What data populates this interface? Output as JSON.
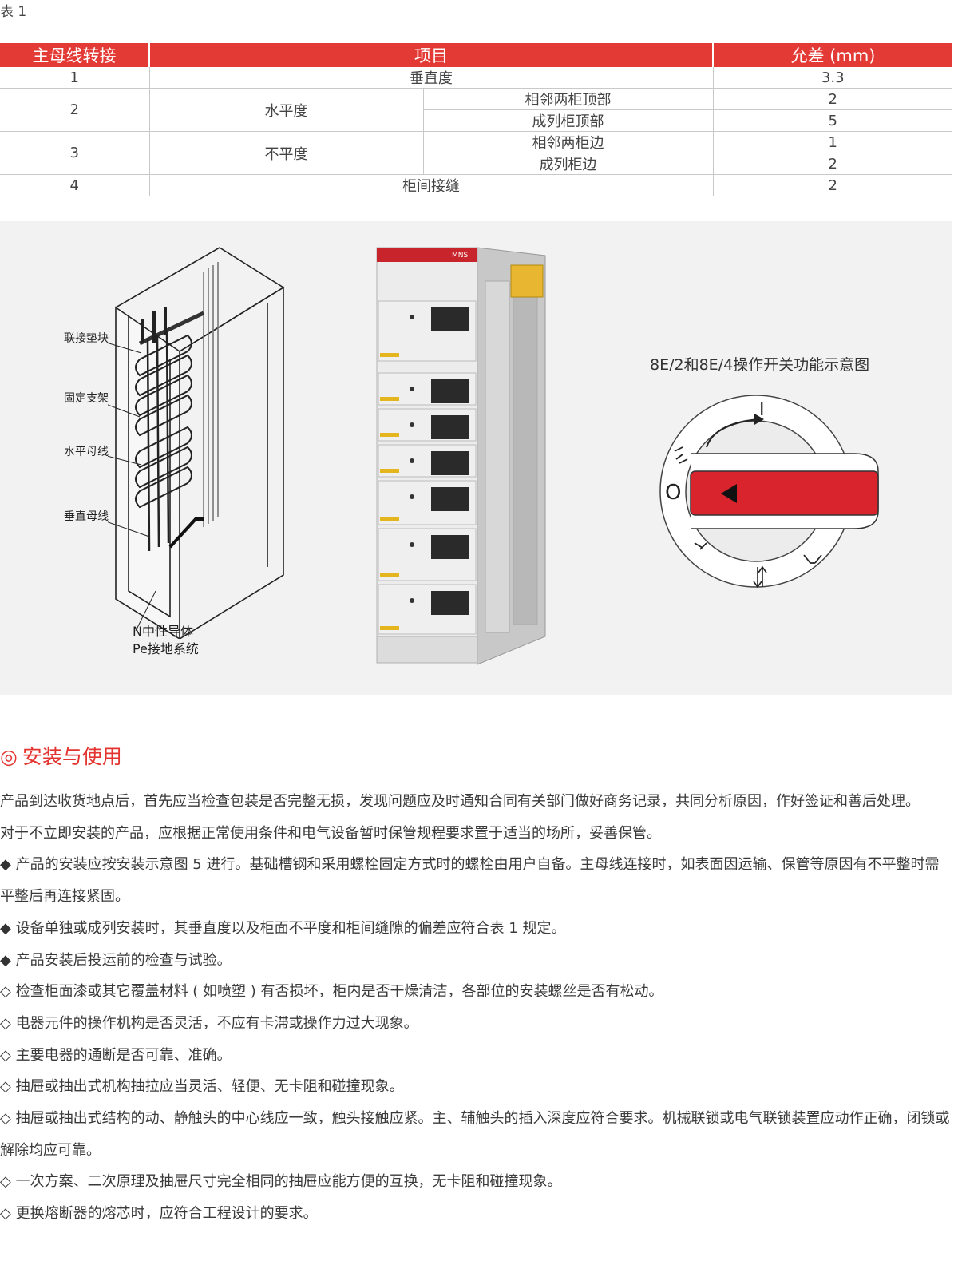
{
  "table": {
    "caption": "表 1",
    "headers": [
      "主母线转接",
      "项目",
      "允差 (mm)"
    ],
    "rows": [
      {
        "index": "1",
        "item": "垂直度",
        "value": "3.3"
      },
      {
        "index": "2",
        "item": "水平度",
        "sub": [
          "相邻两柜顶部",
          "成列柜顶部"
        ],
        "values": [
          "2",
          "5"
        ]
      },
      {
        "index": "3",
        "item": "不平度",
        "sub": [
          "相邻两柜边",
          "成列柜边"
        ],
        "values": [
          "1",
          "2"
        ]
      },
      {
        "index": "4",
        "item": "柜间接缝",
        "value": "2"
      }
    ]
  },
  "figures": {
    "busbar_labels": [
      "联接垫块",
      "固定支架",
      "水平母线",
      "垂直母线"
    ],
    "conductor_labels": [
      "N中性导体",
      "Pe接地系统"
    ],
    "cabinet_brand": "MNS",
    "switch_title": "8E/2和8E/4操作开关功能示意图",
    "switch_marks": [
      "I",
      "O"
    ],
    "colors": {
      "accent": "#e43a35",
      "switch_red": "#d9232d",
      "panel_bg": "#f2f2f2"
    }
  },
  "section": {
    "icon": "double-circle-icon",
    "mark": "◎",
    "title": "安装与使用"
  },
  "paragraphs": [
    {
      "marker": "",
      "text": "产品到达收货地点后，首先应当检查包装是否完整无损，发现问题应及时通知合同有关部门做好商务记录，共同分析原因，作好签证和善后处理。"
    },
    {
      "marker": "",
      "text": "对于不立即安装的产品，应根据正常使用条件和电气设备暂时保管规程要求置于适当的场所，妥善保管。"
    },
    {
      "marker": "◆",
      "text": " 产品的安装应按安装示意图 5 进行。基础槽钢和采用螺栓固定方式时的螺栓由用户自备。主母线连接时，如表面因运输、保管等原因有不平整时需平整后再连接紧固。"
    },
    {
      "marker": "◆",
      "text": " 设备单独或成列安装时，其垂直度以及柜面不平度和柜间缝隙的偏差应符合表 1 规定。"
    },
    {
      "marker": "◆",
      "text": " 产品安装后投运前的检查与试验。"
    },
    {
      "marker": "◇",
      "text": " 检查柜面漆或其它覆盖材料 ( 如喷塑 ) 有否损坏，柜内是否干燥清洁，各部位的安装螺丝是否有松动。"
    },
    {
      "marker": "◇",
      "text": " 电器元件的操作机构是否灵活，不应有卡滞或操作力过大现象。"
    },
    {
      "marker": "◇",
      "text": " 主要电器的通断是否可靠、准确。"
    },
    {
      "marker": "◇",
      "text": " 抽屉或抽出式机构抽拉应当灵活、轻便、无卡阻和碰撞现象。"
    },
    {
      "marker": "◇",
      "text": " 抽屉或抽出式结构的动、静触头的中心线应一致，触头接触应紧。主、辅触头的插入深度应符合要求。机械联锁或电气联锁装置应动作正确，闭锁或解除均应可靠。"
    },
    {
      "marker": "◇",
      "text": " 一次方案、二次原理及抽屉尺寸完全相同的抽屉应能方便的互换，无卡阻和碰撞现象。"
    },
    {
      "marker": "◇",
      "text": " 更换熔断器的熔芯时，应符合工程设计的要求。"
    }
  ]
}
